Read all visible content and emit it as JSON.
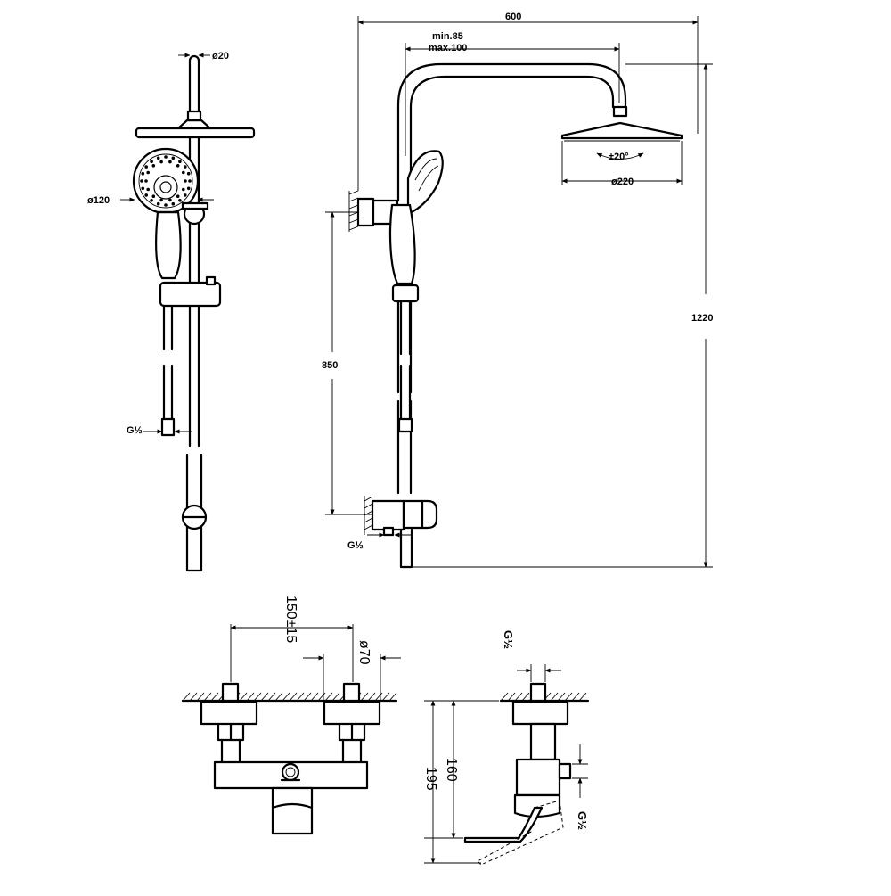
{
  "drawing": {
    "colors": {
      "line": "#000000",
      "background": "#ffffff"
    },
    "dimensions": {
      "width_600": "600",
      "arm_min": "min.85",
      "arm_max": "max.100",
      "overhead_dia": "ø220",
      "tilt": "±20°",
      "total_height": "1220",
      "mixer_height": "850",
      "pipe_dia": "ø20",
      "hand_dia": "ø120",
      "thread_left": "G½",
      "thread_outlet": "G½",
      "centers": "150±15",
      "escutcheon_dia": "ø70",
      "bottom_thread_top": "G½",
      "bottom_thread_side": "G½",
      "depth_160": "160",
      "depth_195": "195"
    }
  }
}
